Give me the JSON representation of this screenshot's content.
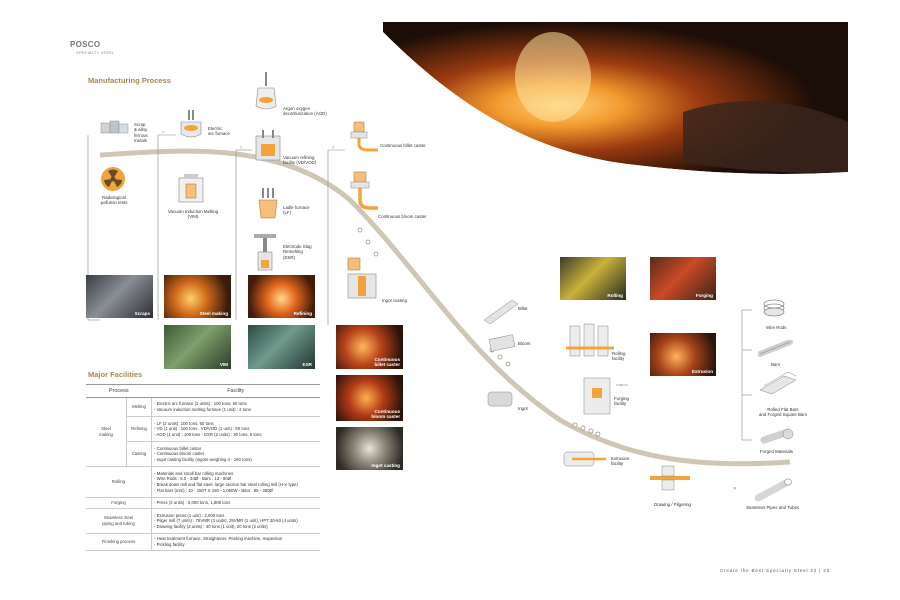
{
  "brand": {
    "logo": "POSCO",
    "sub": "SPECIALTY STEEL"
  },
  "section_manufacturing": "Manufacturing Process",
  "section_facilities": "Major Facilities",
  "process_labels": {
    "scrap": "Scrap\n& alloy\nferrous\nmetals",
    "radiological": "Radiological\npollution tests",
    "electric_arc": "Electric\narc furnace",
    "vim": "Vacuum Induction Melting\n(VIM)",
    "aod": "Argon oxygen\ndecarburization (AOD)",
    "vd": "Vacuum refining\nfacility (VD/VOD)",
    "lf": "Ladle furnace\n(LF)",
    "esr": "Electrode Slag\nRemelting\n(ESR)",
    "billet_caster": "Continuous billet caster",
    "bloom_caster": "Continuous bloom caster",
    "ingot_casting": "Ingot casting",
    "billet": "Billet",
    "bloom": "Bloom",
    "ingot": "Ingot",
    "rolling_facility": "Rolling\nfacility",
    "forging_facility": "Forging\nfacility",
    "extrusion_facility": "Extrusion\nfacility",
    "drawing": "Drawing / Pilgering",
    "wire_rods": "Wire Rods",
    "bars": "Bars",
    "rolled_flat": "Rolled Flat Bars\nand Forged Square Bars",
    "forged_materials": "Forged Materials",
    "seamless": "Seamless Pipes and Tubes"
  },
  "photo_labels": {
    "scraps": "Scraps",
    "steelmaking": "Steel making",
    "refining": "Refining",
    "vim": "VIM",
    "esr": "ESR",
    "billet_caster": "Continuous\nbillet caster",
    "bloom_caster": "Continuous\nbloom caster",
    "ingot_casting": "Ingot casting",
    "rolling": "Rolling",
    "forging": "Forging",
    "extrusion": "Extrusion"
  },
  "table": {
    "head_process": "Process",
    "head_facility": "Facility",
    "groups": {
      "steel_making": "Steel\nmaking",
      "rolling": "Rolling",
      "forging": "Forging",
      "seamless": "Seamless steel\npiping and tubing",
      "finishing": "Finishing process"
    },
    "subs": {
      "melting": "Melting",
      "refining": "Refining",
      "casting": "Casting"
    },
    "rows": {
      "melting": "- Electric arc furnace (2 units) : 100 tons, 60 tons\n- Vacuum induction melting furnace (1 unit) : 2 tons",
      "refining": "- LF (2 units): 100 tons, 60 tons\n- VD (1 unit) : 100 tons , VD/VOD (1 unit) : 60 tons\n- AOD (1 unit) : 100 tons        - ESR (2 units) : 30 tons, 5 tons",
      "casting": "- Continuous billet caster\n- Continuous bloom caster\n- Ingot casting facility (ingots weighing 4 - 150 tons)",
      "rolling": "- Materials and small bar rolling machines\n  - Wire Rods : 5.0 - 34Ø        - Bars : 13 - 80Ø\n- Break down mill and flat steel, large section bar steel rolling mill (H-V type)\n  - Flat bars (mm) : 10 - 150T X 150 - 1,050W      - Bars : 85 - 350Ø",
      "forging": "- Press (2 units) : 5,000 tons, 1,800 tons",
      "seamless": "- Extrusion press (1 unit) : 2,000 tons\n- Pilger mill (7 units) : 75VMR (3 units), 25VMR (1 unit), HPT 30-60 (4 units)\n- Drawing facility (3 units) : 40 tons (1 unit), 20 tons (2 units)",
      "finishing": "- Heat treatment furnace, Straightener, Peeling machine, Inspection\n- Pickling facility"
    }
  },
  "footer": "Create the Best Specialty Steel  22 | 23",
  "colors": {
    "accent": "#a9874f",
    "flow": "#cfc6b6",
    "molten": "#f29a2e"
  }
}
